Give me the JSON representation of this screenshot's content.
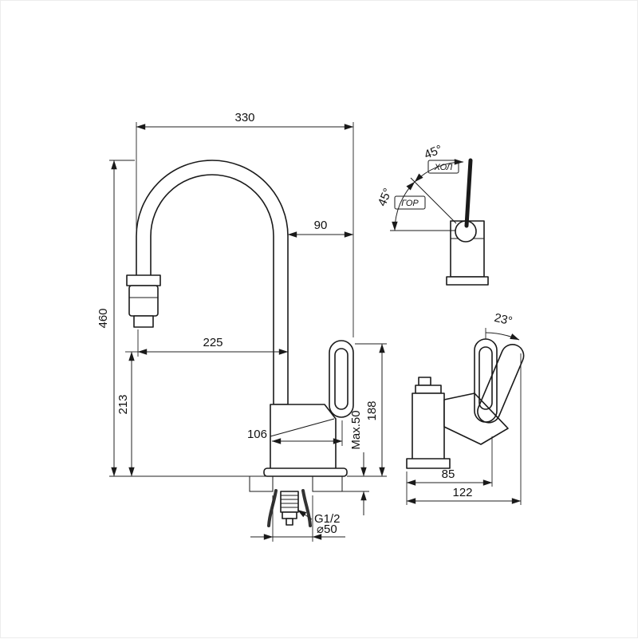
{
  "drawing": {
    "front_view": {
      "overall_width": "330",
      "spout_offset": "90",
      "overall_height": "460",
      "spray_reach": "225",
      "spray_height": "213",
      "body_width": "106",
      "deck_thickness_max": "Max.50",
      "handle_height": "188",
      "thread_label": "G1/2",
      "hole_diameter": "⌀50"
    },
    "top_view": {
      "rotation_left": "45°",
      "rotation_right": "45°",
      "cold_label": "ХОЛ",
      "hot_label": "ГОР"
    },
    "side_view": {
      "lever_tilt": "23°",
      "spout_depth": "85",
      "overall_depth": "122"
    }
  }
}
